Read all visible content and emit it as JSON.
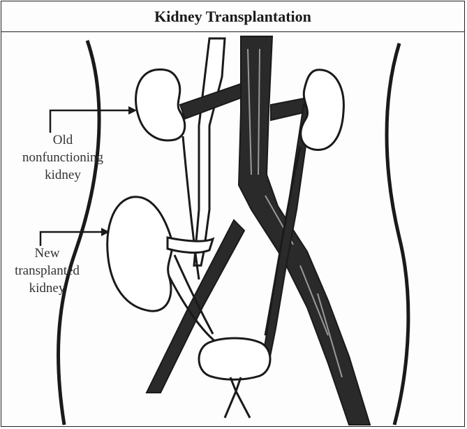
{
  "title": "Kidney Transplantation",
  "labels": {
    "old_kidney": [
      "Old",
      "nonfunctioning",
      "kidney"
    ],
    "new_kidney": [
      "New",
      "transplanted",
      "kidney"
    ]
  },
  "colors": {
    "line": "#1a1a1a",
    "vessel_fill": "#2a2a2a",
    "organ_fill": "#ffffff",
    "text": "#333333"
  }
}
